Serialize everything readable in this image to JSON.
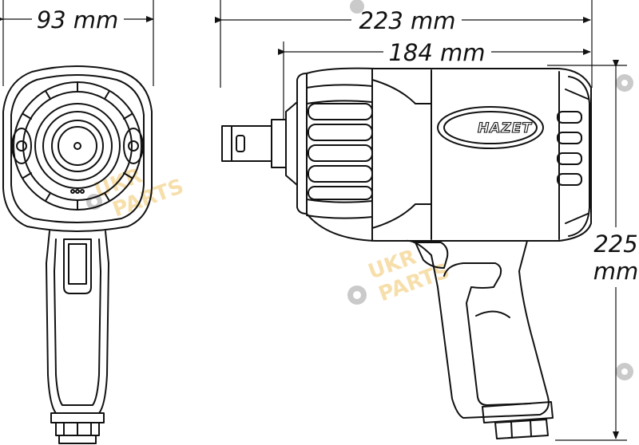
{
  "dimensions": {
    "front_width": "93 mm",
    "total_length": "223 mm",
    "body_length": "184 mm",
    "height_value": "225",
    "height_unit": "mm"
  },
  "brand_logo": "HAZET",
  "watermark": {
    "line1": "UKR",
    "line2": "PARTS",
    "color": "#f2c66a"
  },
  "colors": {
    "stroke": "#111111",
    "background": "#ffffff"
  }
}
